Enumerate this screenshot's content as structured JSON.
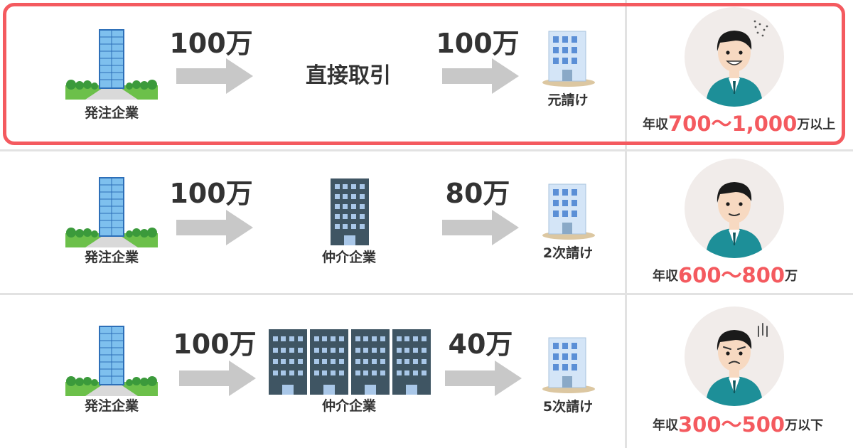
{
  "rows": [
    {
      "client_label": "発注企業",
      "amount1": "100万",
      "middle_text": "直接取引",
      "amount2": "100万",
      "contractor_label": "元請け",
      "income_prefix": "年収",
      "income_range": "700〜1,000",
      "income_suffix": "万以上",
      "avatar_mood": "happy",
      "highlighted": true
    },
    {
      "client_label": "発注企業",
      "amount1": "100万",
      "middle_label": "仲介企業",
      "amount2": "80万",
      "contractor_label": "2次請け",
      "income_prefix": "年収",
      "income_range": "600〜800",
      "income_suffix": "万",
      "avatar_mood": "neutral",
      "highlighted": false
    },
    {
      "client_label": "発注企業",
      "amount1": "100万",
      "middle_label": "仲介企業",
      "amount2": "40万",
      "contractor_label": "5次請け",
      "income_prefix": "年収",
      "income_range": "300〜500",
      "income_suffix": "万以下",
      "avatar_mood": "worried",
      "highlighted": false
    }
  ],
  "colors": {
    "accent": "#f45a5f",
    "text": "#333333",
    "arrow": "#c8c8c8",
    "building_dark": "#3f5563",
    "building_light": "#cfe0f2",
    "suit": "#1d8f98",
    "divider": "#e2e2e2"
  }
}
